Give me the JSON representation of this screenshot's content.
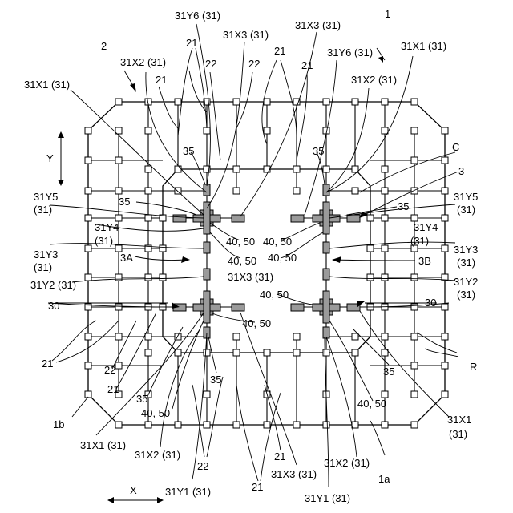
{
  "figure": {
    "ref_1": "1",
    "ref_2": "2",
    "ref_3": "3",
    "ref_3A": "3A",
    "ref_3B": "3B",
    "ref_1a": "1a",
    "ref_1b": "1b",
    "ref_C": "C",
    "ref_R": "R",
    "axis_x": "X",
    "axis_y": "Y",
    "member_21": "21",
    "member_22": "22",
    "member_30": "30",
    "member_35": "35",
    "joint_40_50": "40, 50",
    "label_31": "(31)",
    "label_31X1": "31X1 (31)",
    "label_31X1_short": "31X1",
    "label_31X2": "31X2 (31)",
    "label_31X3": "31X3 (31)",
    "label_31Y1": "31Y1 (31)",
    "label_31Y2": "31Y2 (31)",
    "label_31Y2_short": "31Y2",
    "label_31Y3": "31Y3",
    "label_31Y4": "31Y4",
    "label_31Y5": "31Y5",
    "label_31Y6": "31Y6 (31)"
  }
}
